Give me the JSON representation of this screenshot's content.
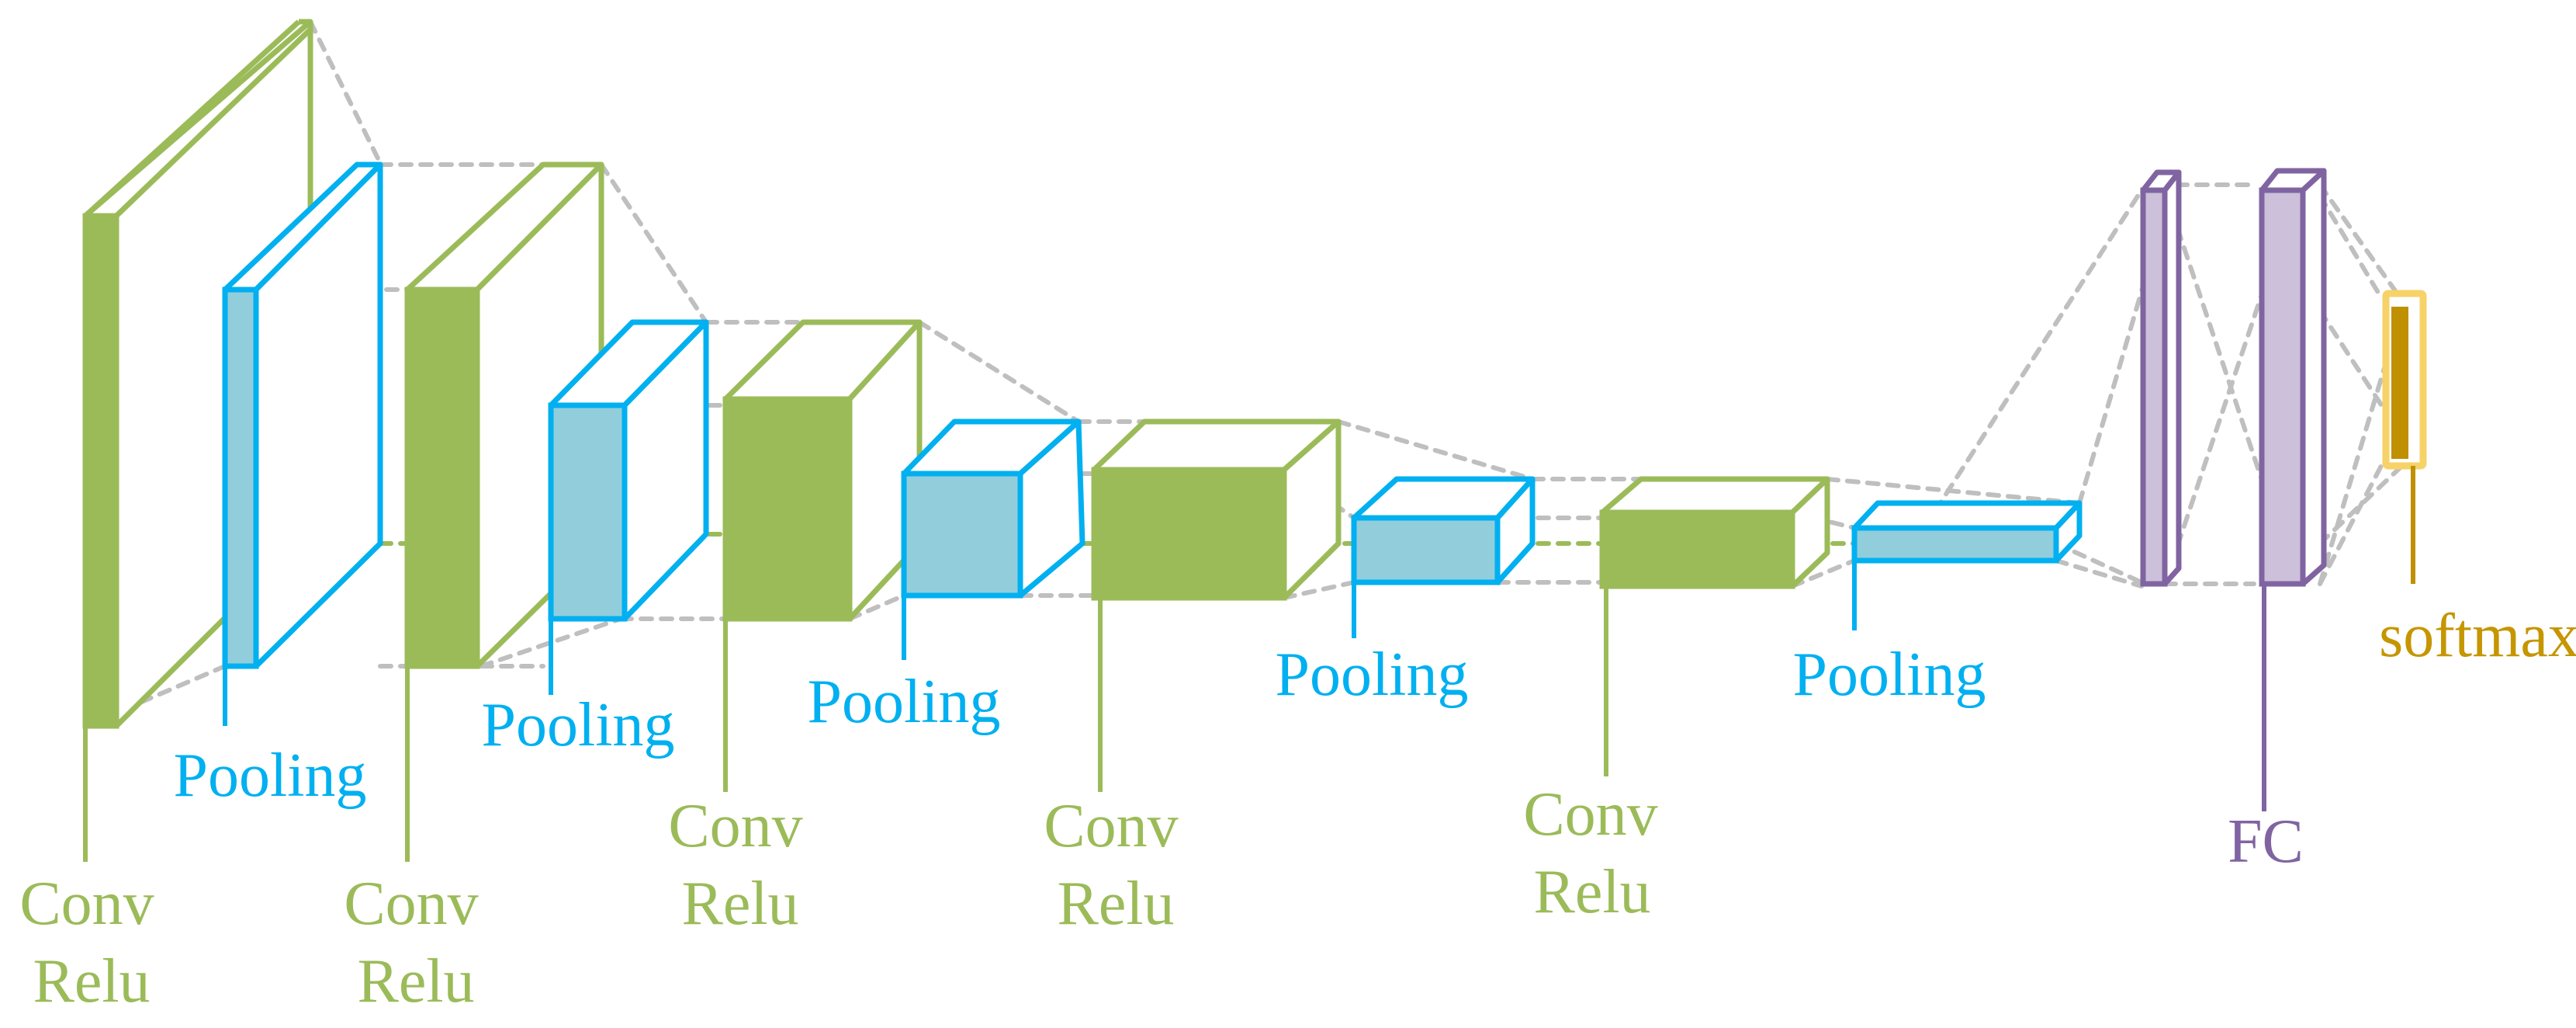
{
  "colors": {
    "conv": "#9bbb59",
    "pool": "#00b0f0",
    "poolFill": "#92cddc",
    "fc": "#8064a2",
    "fcFill": "#ccc0da",
    "softmax": "#f7d268",
    "softmaxFill": "#bf9000",
    "softmaxText": "#c59600",
    "connector": "#bfbfbf"
  },
  "labels": {
    "conv1": [
      "Conv",
      "Relu"
    ],
    "pool1": "Pooling",
    "conv2": [
      "Conv",
      "Relu"
    ],
    "pool2": "Pooling",
    "conv3": [
      "Conv",
      "Relu"
    ],
    "pool3": "Pooling",
    "conv4": [
      "Conv",
      "Relu"
    ],
    "pool4": "Pooling",
    "conv5": [
      "Conv",
      "Relu"
    ],
    "pool5": "Pooling",
    "fc": "FC",
    "softmax": "softmax"
  }
}
